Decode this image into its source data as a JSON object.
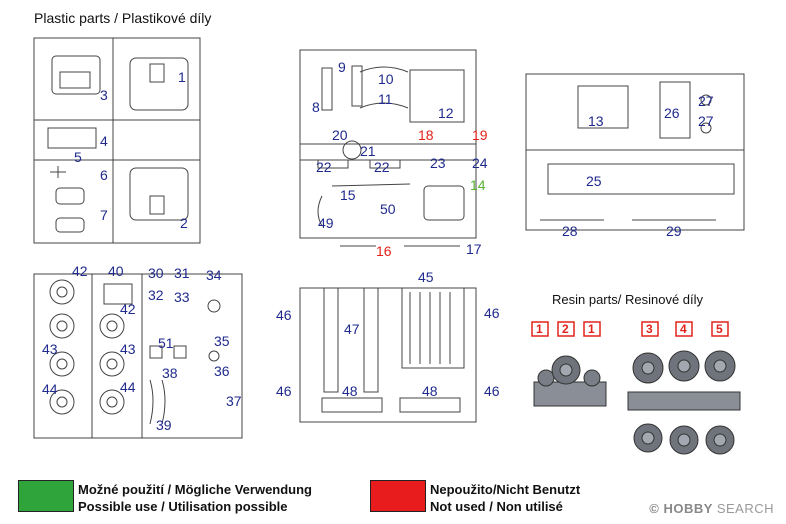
{
  "titles": {
    "plastic": "Plastic parts / Plastikové díly",
    "resin": "Resin parts/ Resinové díly"
  },
  "colors": {
    "possible_use": "#2ea43a",
    "not_used": "#e81c1c",
    "label_blue": "#1f2a8c",
    "label_red": "#e3221c",
    "label_green": "#55b130"
  },
  "legend": {
    "possible_line1": "Možné použití / Mögliche Verwendung",
    "possible_line2": "Possible use / Utilisation possible",
    "notused_line1": "Nepoužito/Nicht Benutzt",
    "notused_line2": "Not used / Non utilisé"
  },
  "brand": {
    "name": "HOBBY",
    "suffix": "SEARCH",
    "mark": "©"
  },
  "sprue_a_labels": [
    "1",
    "2",
    "3",
    "4",
    "5",
    "6",
    "7"
  ],
  "sprue_b_labels": [
    "8",
    "9",
    "10",
    "11",
    "12",
    "15",
    "16",
    "17",
    "18",
    "19",
    "20",
    "21",
    "22",
    "22",
    "23",
    "24",
    "14",
    "49",
    "50"
  ],
  "sprue_c_labels": [
    "13",
    "25",
    "26",
    "27",
    "27",
    "28",
    "29"
  ],
  "sprue_d_labels": [
    "30",
    "31",
    "32",
    "33",
    "34",
    "35",
    "36",
    "37",
    "38",
    "39",
    "40",
    "42",
    "42",
    "43",
    "43",
    "44",
    "44",
    "51"
  ],
  "sprue_e_labels": [
    "45",
    "46",
    "46",
    "46",
    "46",
    "47",
    "48",
    "48"
  ],
  "resin_boxes": [
    "1",
    "2",
    "1",
    "3",
    "4",
    "5"
  ]
}
